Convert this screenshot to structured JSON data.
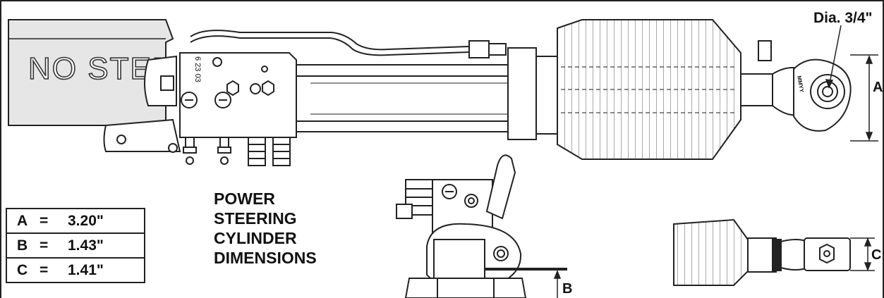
{
  "diagram": {
    "title_lines": [
      "POWER",
      "STEERING",
      "CYLINDER",
      "DIMENSIONS"
    ],
    "no_step_text": "NO STEP",
    "valve_number": "6 23 03",
    "rod_end_marking": "MMYY",
    "diameter_callout": "Dia. 3/4\"",
    "label_a": "A",
    "label_b": "B",
    "label_c": "C",
    "dimensions": [
      {
        "key": "A",
        "eq": "=",
        "value": "3.20\""
      },
      {
        "key": "B",
        "eq": "=",
        "value": "1.43\""
      },
      {
        "key": "C",
        "eq": "=",
        "value": "1.41\""
      }
    ]
  }
}
